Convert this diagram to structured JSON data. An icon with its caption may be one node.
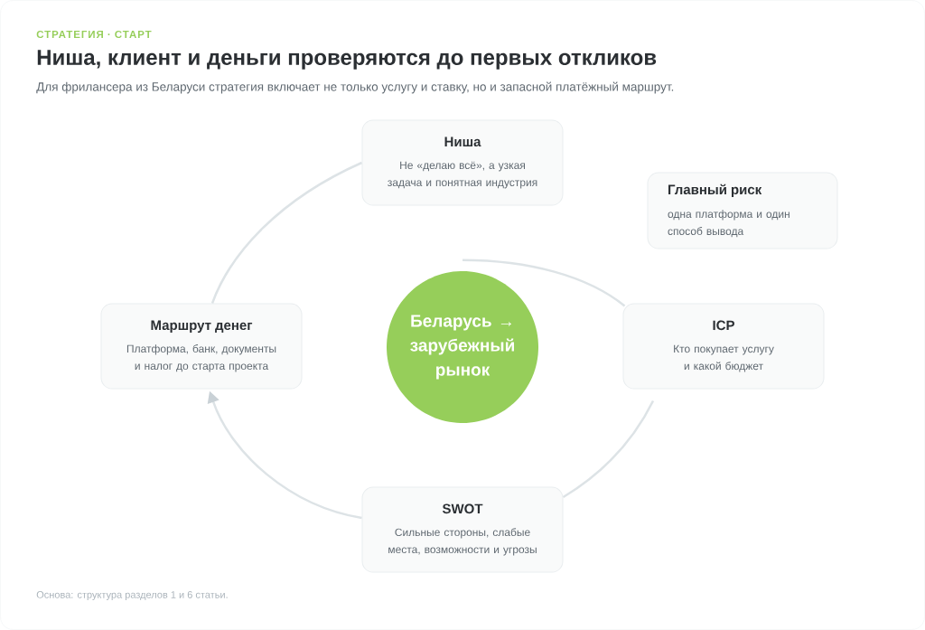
{
  "diagram": {
    "title": "Ниша, клиент и деньги проверяются до первых откликов",
    "caption": "Основа: структура разделов 1 и 6 статьи.",
    "nodes": [
      {
        "text": [
          "Ниша",
          "Не «делаю всё», а узкая задача и понятная индустрия"
        ]
      },
      {
        "text": [
          "Главный риск",
          "одна платформа и один способ вывода"
        ]
      },
      {
        "text": [
          "Маршрут денег",
          "Платформа, банк, документы и налог до старта проекта"
        ]
      },
      {
        "text": [
          "Беларусь → зарубежный рынок"
        ]
      },
      {
        "text": [
          "ICP",
          "Кто покупает услугу и какой бюджет"
        ]
      },
      {
        "text": [
          "SWOT",
          "Сильные стороны, слабые места, возможности и угрозы"
        ]
      }
    ],
    "edges": [
      {
        "from": 0,
        "to": 2,
        "arrow": "none"
      },
      {
        "from": 3,
        "to": 4,
        "arrow": "none"
      },
      {
        "from": 4,
        "to": 5,
        "arrow": "none"
      },
      {
        "from": 5,
        "to": 2,
        "arrow": "to"
      }
    ],
    "labels": [
      "СТРАТЕГИЯ · СТАРТ",
      "Для фрилансера из Беларуси стратегия включает не только услугу и ставку, но и запасной платёжный маршрут."
    ]
  }
}
